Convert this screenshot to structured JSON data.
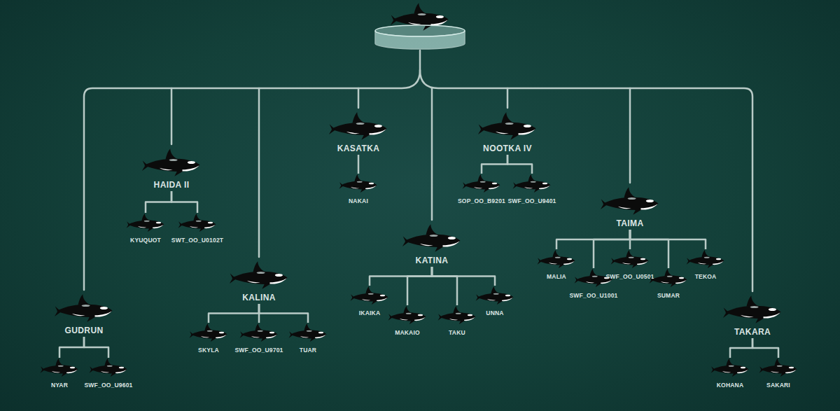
{
  "diagram": {
    "nodes": [
      {
        "text": [
          "GUDRUN"
        ]
      },
      {
        "text": [
          "NYAR"
        ]
      },
      {
        "text": [
          "SWF_OO_U9601"
        ]
      },
      {
        "text": [
          "HAIDA II"
        ]
      },
      {
        "text": [
          "KYUQUOT"
        ]
      },
      {
        "text": [
          "SWT_OO_U0102T"
        ]
      },
      {
        "text": [
          "KALINA"
        ]
      },
      {
        "text": [
          "SKYLA"
        ]
      },
      {
        "text": [
          "SWF_OO_U9701"
        ]
      },
      {
        "text": [
          "TUAR"
        ]
      },
      {
        "text": [
          "KASATKA"
        ]
      },
      {
        "text": [
          "NAKAI"
        ]
      },
      {
        "text": [
          "KATINA"
        ]
      },
      {
        "text": [
          "IKAIKA"
        ]
      },
      {
        "text": [
          "MAKAIO"
        ]
      },
      {
        "text": [
          "TAKU"
        ]
      },
      {
        "text": [
          "UNNA"
        ]
      },
      {
        "text": [
          "NOOTKA IV"
        ]
      },
      {
        "text": [
          "SOP_OO_B9201"
        ]
      },
      {
        "text": [
          "SWF_OO_U9401"
        ]
      },
      {
        "text": [
          "TAIMA"
        ]
      },
      {
        "text": [
          "MALIA"
        ]
      },
      {
        "text": [
          "SWF_OO_U1001"
        ]
      },
      {
        "text": [
          "SWF_OO_U0501"
        ]
      },
      {
        "text": [
          "SUMAR"
        ]
      },
      {
        "text": [
          "TEKOA"
        ]
      },
      {
        "text": [
          "TAKARA"
        ]
      },
      {
        "text": [
          "KOHANA"
        ]
      },
      {
        "text": [
          "SAKARI"
        ]
      }
    ],
    "edges": [
      {
        "from": 0,
        "to": 1,
        "arrow": "none"
      },
      {
        "from": 0,
        "to": 2,
        "arrow": "none"
      },
      {
        "from": 3,
        "to": 4,
        "arrow": "none"
      },
      {
        "from": 3,
        "to": 5,
        "arrow": "none"
      },
      {
        "from": 6,
        "to": 7,
        "arrow": "none"
      },
      {
        "from": 6,
        "to": 8,
        "arrow": "none"
      },
      {
        "from": 6,
        "to": 9,
        "arrow": "none"
      },
      {
        "from": 10,
        "to": 11,
        "arrow": "none"
      },
      {
        "from": 12,
        "to": 13,
        "arrow": "none"
      },
      {
        "from": 12,
        "to": 14,
        "arrow": "none"
      },
      {
        "from": 12,
        "to": 15,
        "arrow": "none"
      },
      {
        "from": 12,
        "to": 16,
        "arrow": "none"
      },
      {
        "from": 17,
        "to": 18,
        "arrow": "none"
      },
      {
        "from": 17,
        "to": 19,
        "arrow": "none"
      },
      {
        "from": 20,
        "to": 21,
        "arrow": "none"
      },
      {
        "from": 20,
        "to": 22,
        "arrow": "none"
      },
      {
        "from": 20,
        "to": 23,
        "arrow": "none"
      },
      {
        "from": 20,
        "to": 24,
        "arrow": "none"
      },
      {
        "from": 20,
        "to": 25,
        "arrow": "none"
      },
      {
        "from": 26,
        "to": 27,
        "arrow": "none"
      },
      {
        "from": 26,
        "to": 28,
        "arrow": "none"
      }
    ]
  }
}
